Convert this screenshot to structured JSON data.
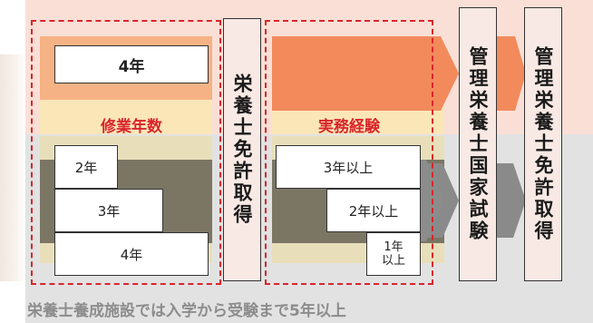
{
  "main_box": "4年",
  "section_left_label": "修業年数",
  "section_right_label": "実務経験",
  "license_nutritionist": "栄養士免許取得",
  "exam_label": "管理栄養士国家試験",
  "final_license": "管理栄養士免許取得",
  "study_years": [
    "2年",
    "3年",
    "4年"
  ],
  "experience": [
    "3年以上",
    "2年以上",
    "1年\n以上"
  ],
  "footer_note": "栄養士養成施設では入学から受験まで5年以上",
  "colors": {
    "accent_red": "#d9252c",
    "top_band": "#fadfd6",
    "bottom_band": "#e2e2e2",
    "dark_band": "#7b7664",
    "orange": "#f5b285"
  }
}
